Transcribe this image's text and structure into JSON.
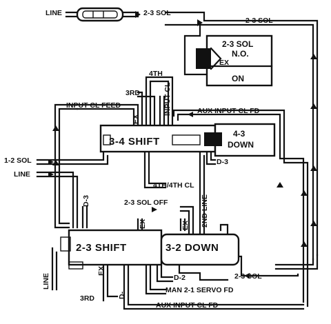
{
  "labels": {
    "line_top": "LINE",
    "sol23_top1": "2-3 SOL",
    "sol23_top2": "2-3 SOL",
    "sol23_box_l1": "2-3 SOL",
    "sol23_box_l2": "N.O.",
    "ex_sol": "EX",
    "on": "ON",
    "third_top": "3RD",
    "fourth": "4TH",
    "input_cl": "INPUT CL",
    "input_cl_feed": "INPUT CL FEED",
    "ex_34": "EX",
    "shift34": "3-4 SHIFT",
    "aux_input_cl_fd_top": "AUX INPUT CL FD",
    "down43": "4-3",
    "down43b": "DOWN",
    "d3": "D-3",
    "sol12": "1-2 SOL",
    "line_left": "LINE",
    "fourth_4th_cl": "4TH/4TH CL",
    "sol23_off": "2-3 SOL OFF",
    "d3b": "D-3",
    "ex_left": "EX",
    "ex_right": "EX",
    "second_line": "2ND LINE",
    "shift23": "2-3 SHIFT",
    "down32": "3-2 DOWN",
    "line_bottom": "LINE",
    "d2": "D-2",
    "sol23_bottom": "2-3 SOL",
    "ex_bottom": "EX",
    "third_bottom": "3RD",
    "d_bottom": "D-",
    "man21": "MAN 2-1 SERVO FD",
    "aux_input_cl_fd_bottom": "AUX INPUT CL FD"
  }
}
